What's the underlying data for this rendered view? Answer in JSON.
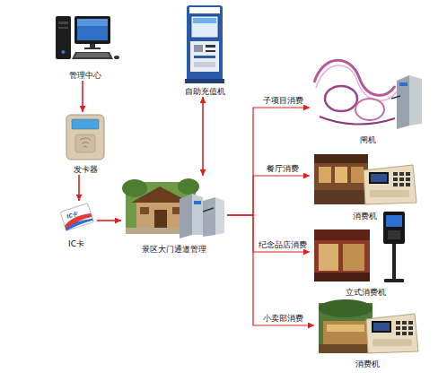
{
  "diagram": {
    "nodes": [
      {
        "text": [
          "管理中心"
        ]
      },
      {
        "text": [
          "自助充值机"
        ]
      },
      {
        "text": [
          "发卡器"
        ]
      },
      {
        "text": [
          "IC卡"
        ]
      },
      {
        "text": [
          "景区大门通道管理"
        ]
      },
      {
        "text": [
          "闸机"
        ]
      },
      {
        "text": [
          "消费机"
        ]
      },
      {
        "text": [
          "立式消费机"
        ]
      },
      {
        "text": [
          "消费机"
        ]
      }
    ],
    "edges": [
      {
        "from": 0,
        "to": 2,
        "arrow": "to"
      },
      {
        "from": 2,
        "to": 3,
        "arrow": "to"
      },
      {
        "from": 3,
        "to": 4,
        "arrow": "to"
      },
      {
        "from": 1,
        "to": 4,
        "arrow": "both"
      },
      {
        "from": 4,
        "to": 5,
        "label": "子项目消费",
        "arrow": "to"
      },
      {
        "from": 4,
        "to": 6,
        "label": "餐厅消费",
        "arrow": "to"
      },
      {
        "from": 4,
        "to": 7,
        "label": "纪念品店消费",
        "arrow": "to"
      },
      {
        "from": 4,
        "to": 8,
        "label": "小卖部消费",
        "arrow": "to"
      }
    ],
    "labels": [
      "IC卡"
    ]
  }
}
